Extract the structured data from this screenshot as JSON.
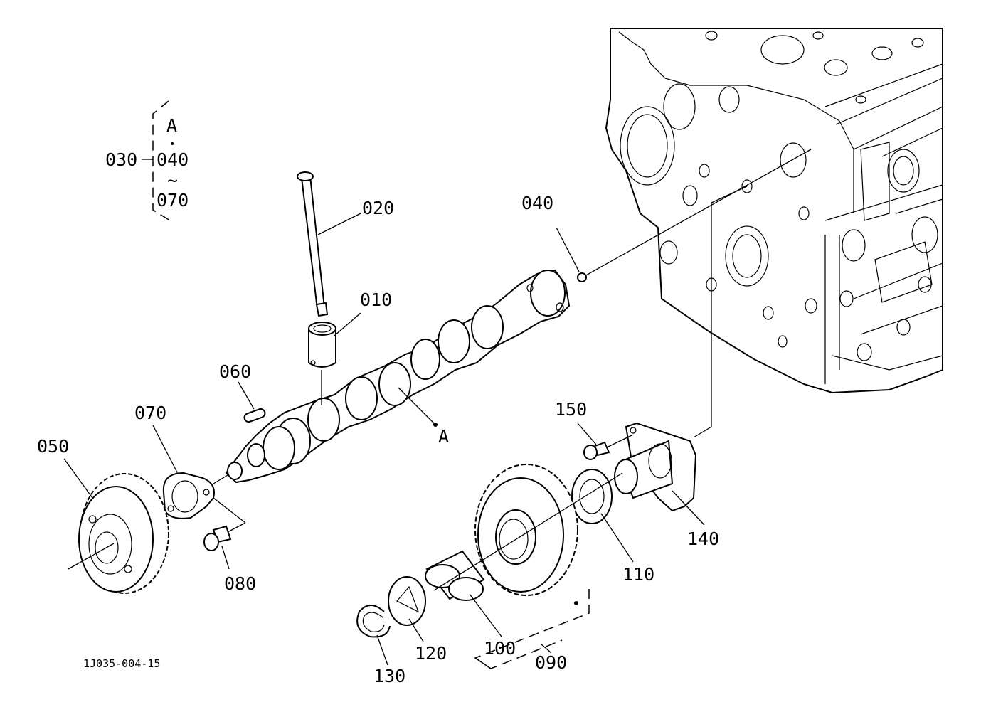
{
  "drawing_code": "1J035-004-15",
  "group_note": {
    "parent": "030",
    "line1": "A",
    "dot": "•",
    "line2": "040",
    "tilde": "~",
    "line3": "070"
  },
  "callouts": {
    "p010": "010",
    "p020": "020",
    "p040": "040",
    "p050": "050",
    "p060": "060",
    "p070": "070",
    "p080": "080",
    "p090": "090",
    "p100": "100",
    "p110": "110",
    "p120": "120",
    "p130": "130",
    "p140": "140",
    "p150": "150",
    "ref_a": "A"
  }
}
